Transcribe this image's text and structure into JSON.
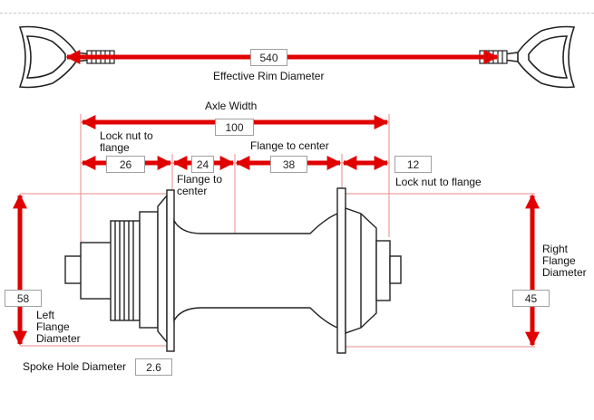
{
  "labels": {
    "effective_rim_diameter": "Effective Rim Diameter",
    "axle_width": "Axle Width",
    "lock_nut_to_flange_left": "Lock nut to flange",
    "flange_to_center_left": "Flange to center",
    "flange_to_center_right": "Flange to center",
    "lock_nut_to_flange_right": "Lock nut to flange",
    "left_flange_diameter": "Left Flange Diameter",
    "right_flange_diameter": "Right Flange Diameter",
    "spoke_hole_diameter": "Spoke Hole Diameter"
  },
  "values": {
    "effective_rim_diameter": "540",
    "axle_width": "100",
    "lock_nut_to_flange_left": "26",
    "flange_to_center_left": "24",
    "flange_to_center_right": "38",
    "lock_nut_to_flange_right": "12",
    "left_flange_diameter": "58",
    "right_flange_diameter": "45",
    "spoke_hole_diameter": "2.6"
  },
  "colors": {
    "arrow": "#e00000",
    "guide_line": "#e88a8a",
    "outline": "#222222"
  }
}
